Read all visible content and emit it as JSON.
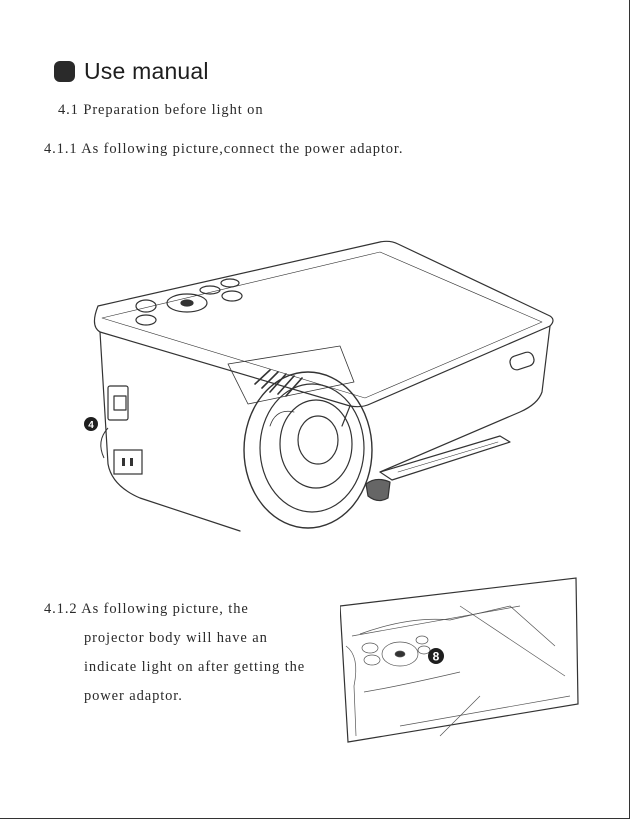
{
  "heading": {
    "title": "Use manual"
  },
  "sections": {
    "s41": "4.1 Preparation before light on",
    "s411": "4.1.1 As following picture,connect the power adaptor.",
    "s412_lines": [
      "4.1.2 As following picture, the",
      "projector body will have an",
      "indicate light on after getting the",
      "power adaptor."
    ]
  },
  "figures": {
    "projector_callout": "4",
    "closeup_callout": "8"
  },
  "colors": {
    "ink": "#2a2a2a",
    "paper": "#ffffff"
  }
}
